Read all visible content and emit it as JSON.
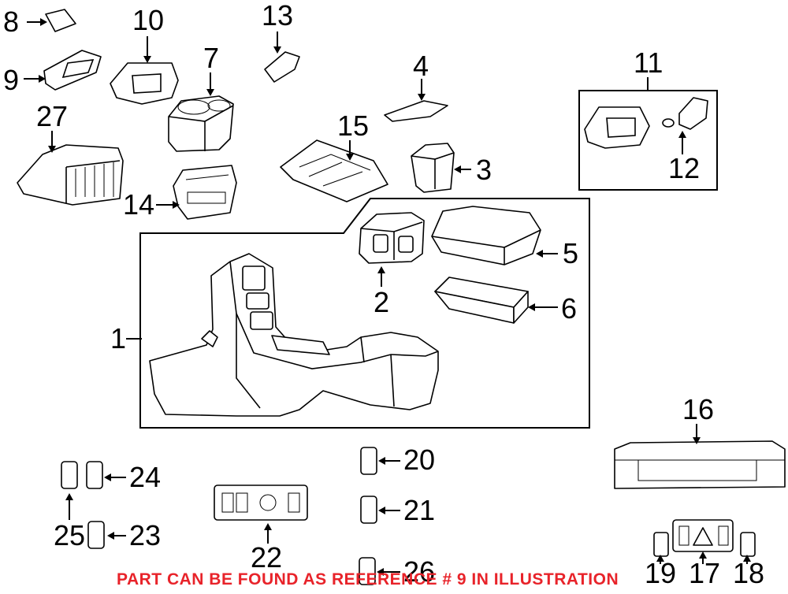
{
  "callouts": [
    {
      "id": "c1",
      "text": "1"
    },
    {
      "id": "c2",
      "text": "2"
    },
    {
      "id": "c3",
      "text": "3"
    },
    {
      "id": "c4",
      "text": "4"
    },
    {
      "id": "c5",
      "text": "5"
    },
    {
      "id": "c6",
      "text": "6"
    },
    {
      "id": "c7",
      "text": "7"
    },
    {
      "id": "c8",
      "text": "8"
    },
    {
      "id": "c9",
      "text": "9"
    },
    {
      "id": "c10",
      "text": "10"
    },
    {
      "id": "c11",
      "text": "11"
    },
    {
      "id": "c12",
      "text": "12"
    },
    {
      "id": "c13",
      "text": "13"
    },
    {
      "id": "c14",
      "text": "14"
    },
    {
      "id": "c15",
      "text": "15"
    },
    {
      "id": "c16",
      "text": "16"
    },
    {
      "id": "c17",
      "text": "17"
    },
    {
      "id": "c18",
      "text": "18"
    },
    {
      "id": "c19",
      "text": "19"
    },
    {
      "id": "c20",
      "text": "20"
    },
    {
      "id": "c21",
      "text": "21"
    },
    {
      "id": "c22",
      "text": "22"
    },
    {
      "id": "c23",
      "text": "23"
    },
    {
      "id": "c24",
      "text": "24"
    },
    {
      "id": "c25",
      "text": "25"
    },
    {
      "id": "c26",
      "text": "26"
    },
    {
      "id": "c27",
      "text": "27"
    }
  ],
  "footnote": "PART CAN BE FOUND AS REFERENCE # 9 IN ILLUSTRATION",
  "colors": {
    "footnote": "#e8232a",
    "line": "#000000",
    "background": "#ffffff"
  }
}
